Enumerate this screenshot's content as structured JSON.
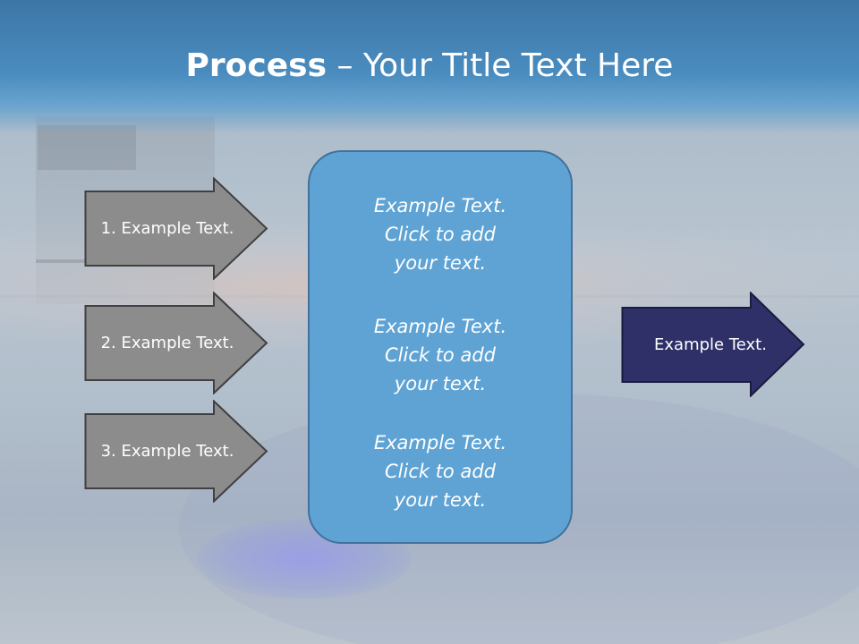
{
  "slide": {
    "title_bold": "Process",
    "title_rest": " – Your Title Text Here"
  },
  "left_steps": [
    {
      "label": "1. Example Text."
    },
    {
      "label": "2. Example Text."
    },
    {
      "label": "3. Example Text."
    }
  ],
  "center_box": {
    "items": [
      {
        "text": "Example Text.\nClick  to add\nyour text."
      },
      {
        "text": "Example Text.\nClick  to add\nyour text."
      },
      {
        "text": "Example Text.\nClick  to add\nyour text."
      }
    ]
  },
  "result_arrow": {
    "label": "Example Text."
  },
  "colors": {
    "title_band": "#4a8cbf",
    "step_arrow_fill": "#8c8c8c",
    "step_arrow_border": "#404040",
    "center_box_fill": "#5ea3d4",
    "center_box_border": "#41719c",
    "result_arrow_fill": "#2f3068",
    "result_arrow_border": "#1a1b40"
  }
}
